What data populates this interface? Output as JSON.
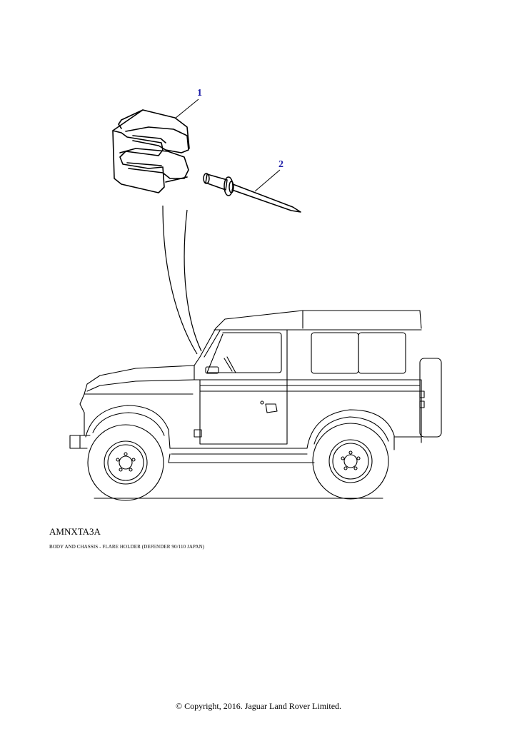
{
  "diagram": {
    "callouts": [
      {
        "number": "1",
        "part": "flare-holder-clip"
      },
      {
        "number": "2",
        "part": "rivet"
      }
    ],
    "colors": {
      "callout": "#1a1aa6",
      "line": "#000000",
      "background": "#ffffff"
    }
  },
  "illustration_code": "AMNXTA3A",
  "caption": "BODY AND CHASSIS - FLARE HOLDER  (DEFENDER 90/110 JAPAN)",
  "copyright": "© Copyright, 2016. Jaguar Land Rover Limited."
}
